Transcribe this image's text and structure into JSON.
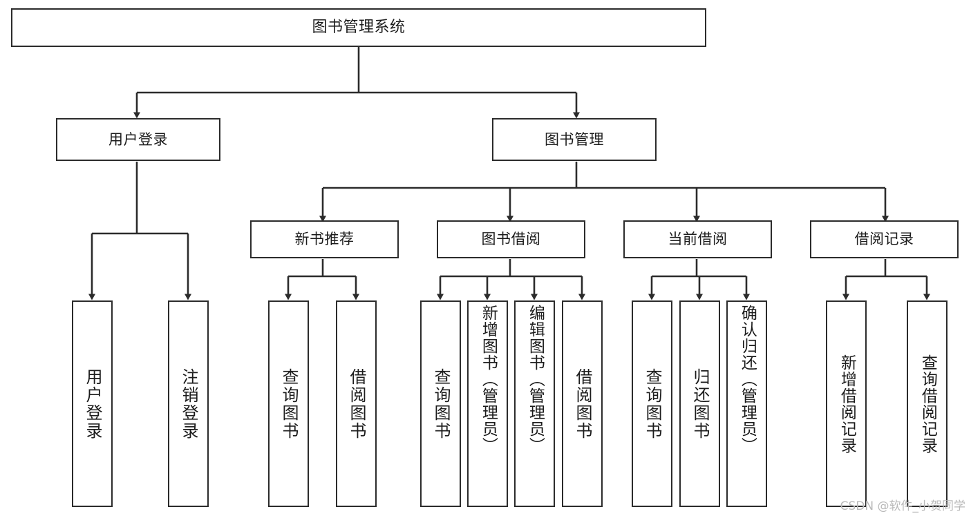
{
  "diagram": {
    "title": "图书管理系统",
    "watermark": "CSDN @软件_小贺同学",
    "stroke_color": "#2b2b2b",
    "background_color": "#ffffff",
    "text_color": "#1c1c1c",
    "watermark_color": "#b9b9b9",
    "nodes": {
      "root": "图书管理系统",
      "level2": {
        "user_login": "用户登录",
        "book_manage": "图书管理"
      },
      "level3": {
        "new_book_recommend": "新书推荐",
        "book_borrow": "图书借阅",
        "current_borrow": "当前借阅",
        "borrow_record": "借阅记录"
      },
      "leaves": {
        "user_login_1": "用户登录",
        "user_login_2": "注销登录",
        "recommend_1": "查询图书",
        "recommend_2": "借阅图书",
        "borrow_1": "查询图书",
        "borrow_2": "新增图书（管理员）",
        "borrow_3": "编辑图书（管理员）",
        "borrow_4": "借阅图书",
        "current_1": "查询图书",
        "current_2": "归还图书",
        "current_3": "确认归还（管理员）",
        "record_1": "新增借阅记录",
        "record_2": "查询借阅记录"
      }
    },
    "tree": {
      "图书管理系统": [
        "用户登录",
        "图书管理"
      ],
      "用户登录": [
        "用户登录",
        "注销登录"
      ],
      "图书管理": [
        "新书推荐",
        "图书借阅",
        "当前借阅",
        "借阅记录"
      ],
      "新书推荐": [
        "查询图书",
        "借阅图书"
      ],
      "图书借阅": [
        "查询图书",
        "新增图书（管理员）",
        "编辑图书（管理员）",
        "借阅图书"
      ],
      "当前借阅": [
        "查询图书",
        "归还图书",
        "确认归还（管理员）"
      ],
      "借阅记录": [
        "新增借阅记录",
        "查询借阅记录"
      ]
    }
  }
}
